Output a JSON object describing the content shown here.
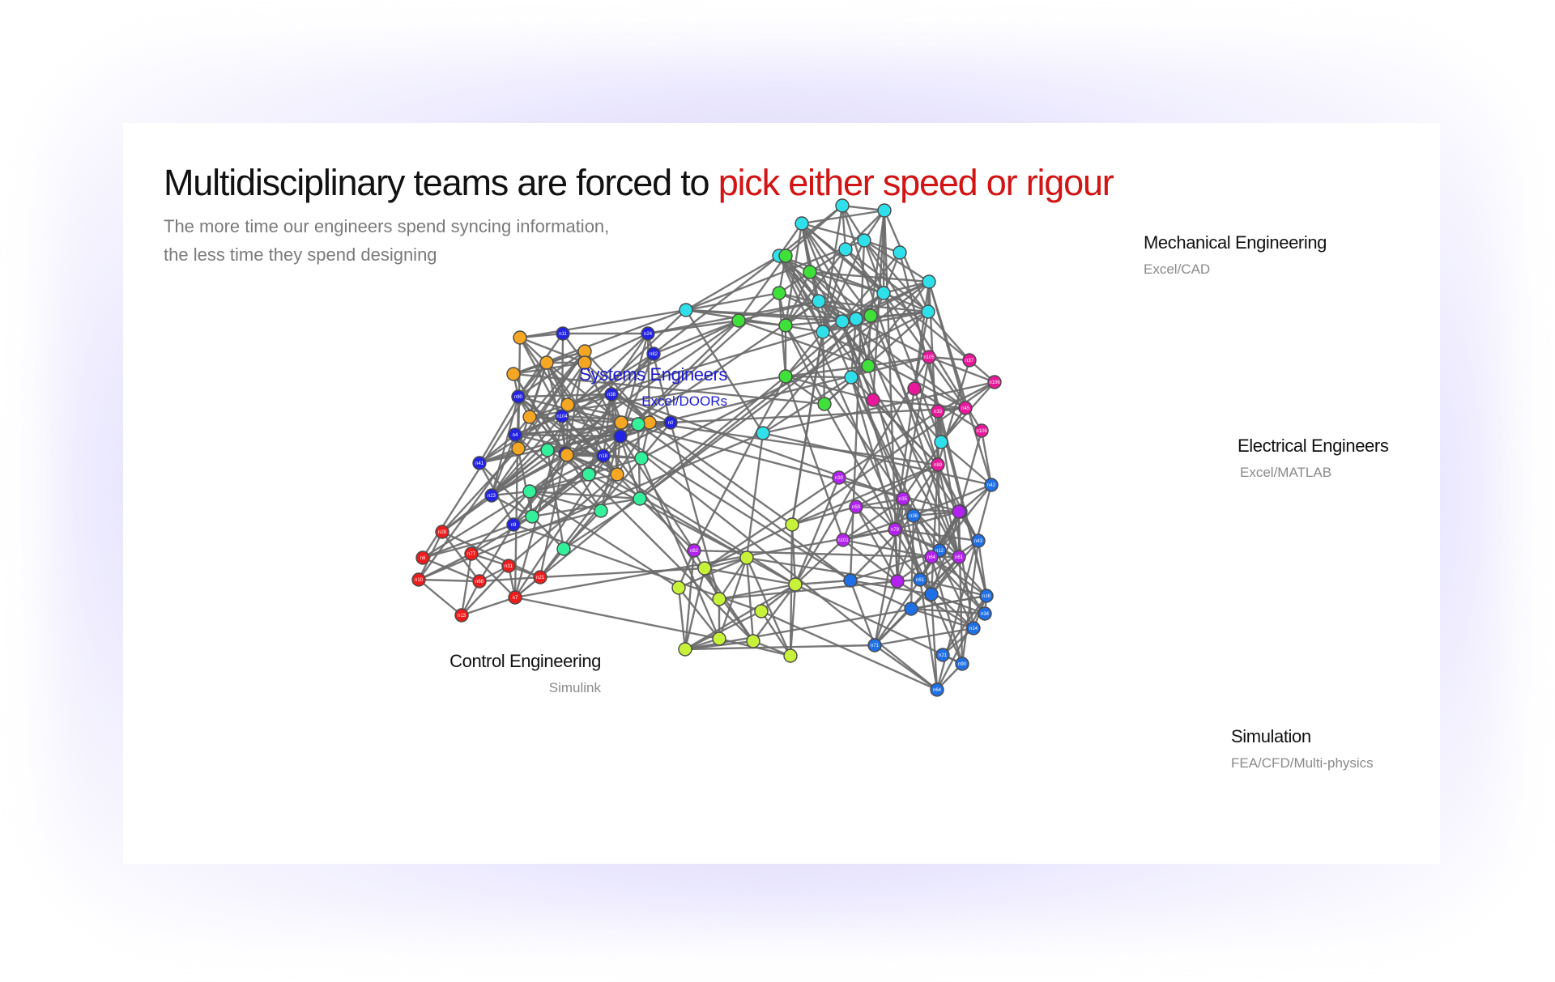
{
  "header": {
    "title_main": "Multidisciplinary teams are forced to ",
    "title_accent": "pick either speed or rigour",
    "subtitle_line1": "The more time our engineers spend syncing information,",
    "subtitle_line2": "the less time they spend designing"
  },
  "colors": {
    "accent": "#d21414",
    "edge": "#6b6b6b",
    "systems_label": "#1a1ad0"
  },
  "groups": {
    "mechanical": {
      "title": "Mechanical Engineering",
      "tool": "Excel/CAD",
      "color": "#2fe0ea"
    },
    "systems": {
      "title": "Systems Engineers",
      "tool": "Excel/DOORs",
      "color": "#2323e6"
    },
    "electrical": {
      "title": "Electrical Engineers",
      "tool": "Excel/MATLAB",
      "color": "#e8189a"
    },
    "control": {
      "title": "Control Engineering",
      "tool": "Simulink",
      "color": "#ee1c1c"
    },
    "simulation": {
      "title": "Simulation",
      "tool": "FEA/CFD/Multi-physics",
      "color": "#1f6fe6"
    }
  },
  "network": {
    "node_labels": [
      "n11",
      "n24",
      "n82",
      "n90",
      "n104",
      "n4",
      "n38",
      "n0",
      "n41",
      "n23",
      "n9",
      "n18",
      "n50",
      "n28",
      "n6",
      "n77",
      "n31",
      "n21",
      "n7",
      "n10",
      "n68",
      "n13",
      "n42",
      "n43",
      "n12",
      "n36",
      "n19",
      "n14",
      "n71",
      "n21",
      "n90",
      "n64",
      "n34",
      "n16",
      "n61",
      "n105",
      "n37",
      "n106",
      "n45",
      "n33",
      "n108",
      "n89",
      "n30",
      "n59",
      "n35",
      "n79",
      "n64",
      "n61",
      "n101",
      "n82"
    ]
  }
}
